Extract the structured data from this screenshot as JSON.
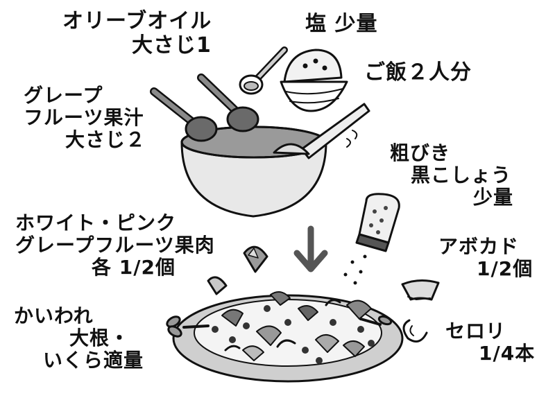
{
  "ingredients": {
    "olive_oil": {
      "line1": "オリーブオイル",
      "line2": "大さじ1"
    },
    "salt": {
      "line1": "塩 少量"
    },
    "rice": {
      "line1": "ご飯２人分"
    },
    "grapefruit_juice": {
      "line1": "グレープ",
      "line2": "フルーツ果汁",
      "line3": "大さじ２"
    },
    "pepper": {
      "line1": "粗びき",
      "line2": "黒こしょう",
      "line3": "少量"
    },
    "grapefruit_flesh": {
      "line1": "ホワイト・ピンク",
      "line2": "グレープフルーツ果肉",
      "line3": "各 1/2個"
    },
    "avocado": {
      "line1": "アボカド",
      "line2": "1/2個"
    },
    "sprouts": {
      "line1": "かいわれ",
      "line2": "大根・",
      "line3": "いくら適量"
    },
    "celery": {
      "line1": "セロリ",
      "line2": "1/4本"
    }
  },
  "colors": {
    "ink": "#111111",
    "bowl": "#e8e8e8",
    "plate": "#cfcfcf",
    "dark": "#4a4a4a"
  }
}
